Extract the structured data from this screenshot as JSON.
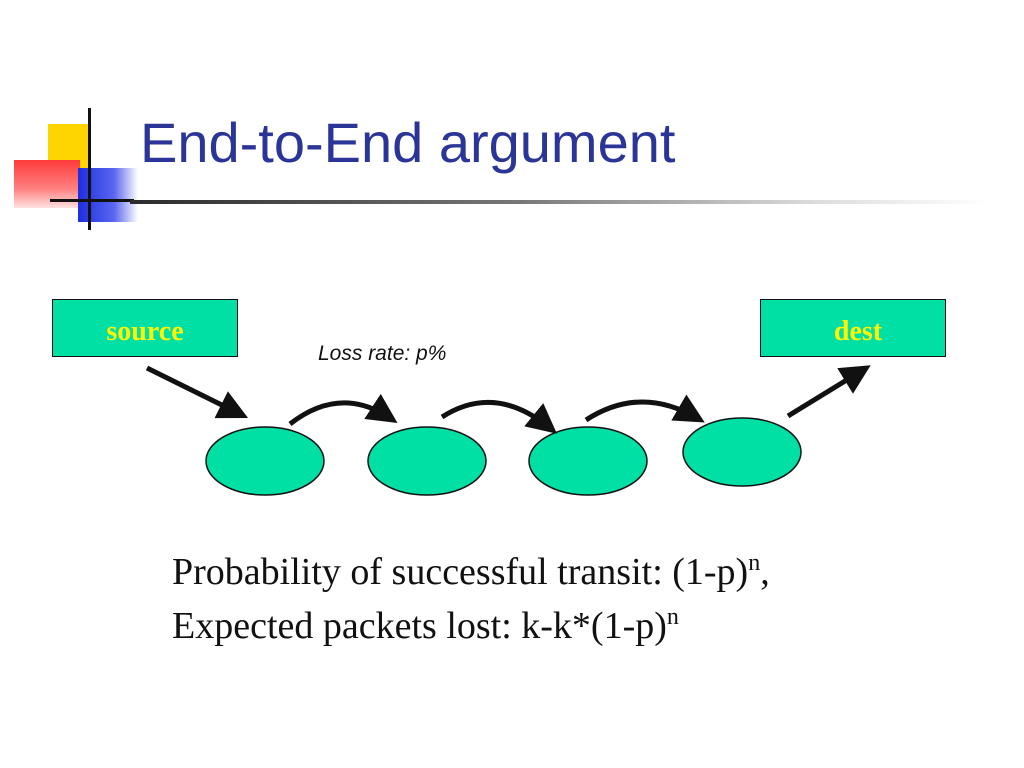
{
  "slide": {
    "title": "End-to-End argument"
  },
  "diagram": {
    "source_label": "source",
    "dest_label": "dest",
    "loss_label": "Loss rate: p%",
    "node_count": 4,
    "colors": {
      "node_fill": "#00e0a4",
      "box_text": "#fff600",
      "title": "#2b3597",
      "stroke": "#111111"
    }
  },
  "formulas": {
    "line1": {
      "text": "Probability of successful transit: (1-p)",
      "sup": "n",
      "tail": ","
    },
    "line2": {
      "text": "Expected packets lost: k-k*(1-p)",
      "sup": "n",
      "tail": ""
    }
  }
}
